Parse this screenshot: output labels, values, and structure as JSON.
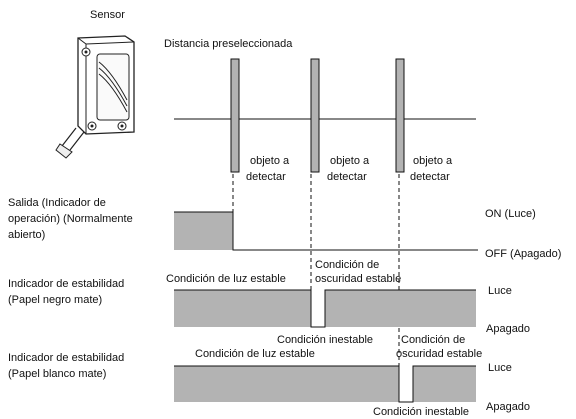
{
  "sensor_label": "Sensor",
  "preset_distance_label": "Distancia preseleccionada",
  "objects": [
    {
      "line1": "objeto a",
      "line2": "detectar"
    },
    {
      "line1": "objeto a",
      "line2": "detectar"
    },
    {
      "line1": "objeto a",
      "line2": "detectar"
    }
  ],
  "rows": {
    "output": {
      "label_lines": [
        "Salida (Indicador de",
        "operación) (Normalmente",
        "abierto)"
      ],
      "on_label": "ON (Luce)",
      "off_label": "OFF (Apagado)"
    },
    "stability_black": {
      "label_lines": [
        "Indicador de estabilidad",
        "(Papel negro mate)"
      ],
      "high_label": "Luce",
      "low_label": "Apagado",
      "stable_light": "Condición de luz estable",
      "stable_dark_lines": [
        "Condición de",
        "oscuridad estable"
      ],
      "unstable": "Condición inestable"
    },
    "stability_white": {
      "label_lines": [
        "Indicador de estabilidad",
        "(Papel blanco mate)"
      ],
      "high_label": "Luce",
      "low_label": "Apagado",
      "stable_light": "Condición de luz estable",
      "stable_dark_lines": [
        "Condición de",
        "oscuridad estable"
      ],
      "unstable": "Condición inestable"
    }
  },
  "colors": {
    "fill": "#b3b3b3",
    "stroke": "#111111"
  },
  "icons": {
    "sensor": "photoelectric-sensor-icon"
  }
}
